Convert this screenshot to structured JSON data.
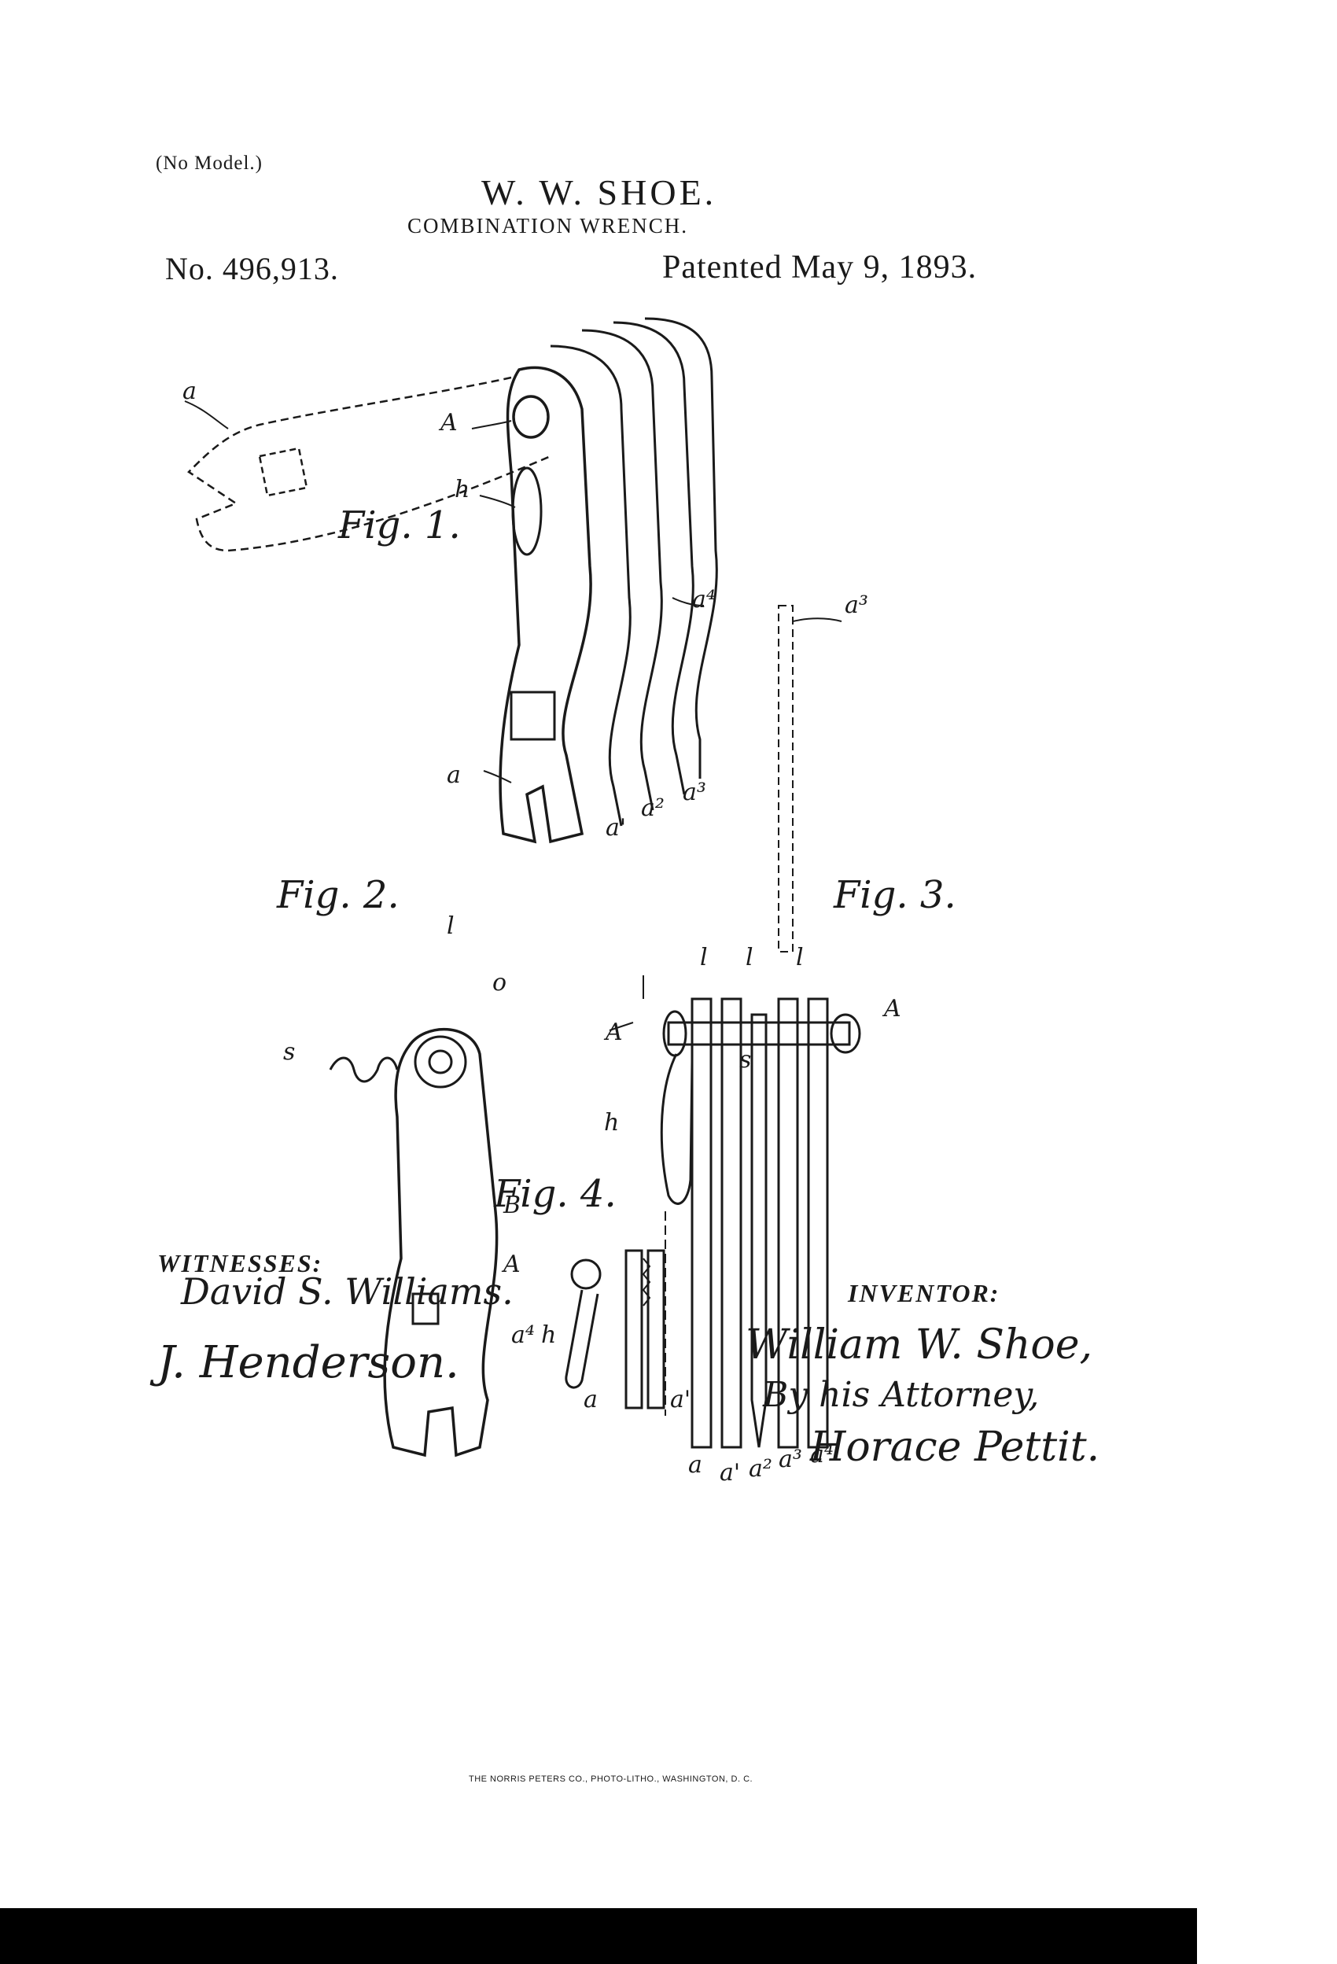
{
  "header": {
    "no_model": "(No Model.)",
    "inventor": "W. W. SHOE.",
    "title": "COMBINATION WRENCH.",
    "patent_number": "No. 496,913.",
    "patent_date": "Patented May 9, 1893."
  },
  "figures": {
    "fig1": "Fig. 1.",
    "fig2": "Fig. 2.",
    "fig3": "Fig. 3.",
    "fig4": "Fig. 4."
  },
  "refs": {
    "a": "a",
    "a1": "a'",
    "a2": "a²",
    "a3": "a³",
    "a4": "a⁴",
    "A": "A",
    "B": "B",
    "h": "h",
    "l": "l",
    "o": "o",
    "s": "s"
  },
  "witnesses": {
    "label": "WITNESSES:",
    "signature_1": "David S. Williams.",
    "signature_2": "J. Henderson."
  },
  "inventor_block": {
    "label": "INVENTOR:",
    "name": "William W. Shoe,",
    "by_line": "By his Attorney,",
    "attorney": "Horace Pettit."
  },
  "footer": {
    "lithographer": "THE NORRIS PETERS CO., PHOTO-LITHO., WASHINGTON, D. C."
  }
}
